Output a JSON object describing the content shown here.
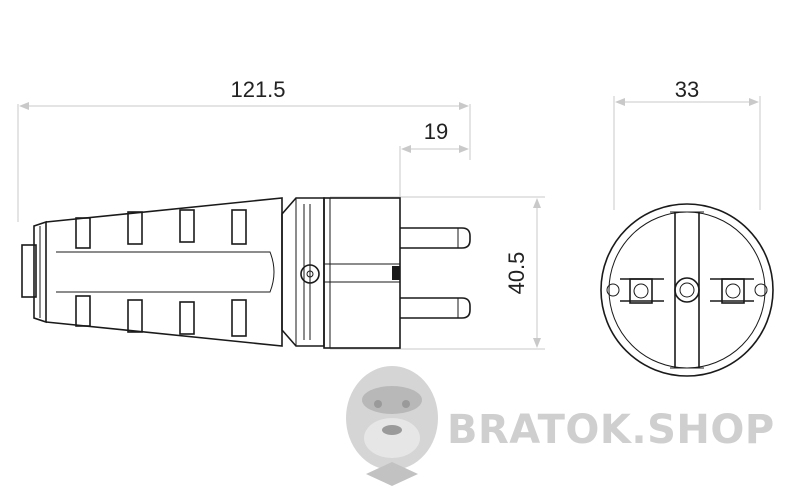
{
  "dimensions": {
    "overall_length": "121.5",
    "pin_length": "19",
    "body_height": "40.5",
    "face_diameter": "33"
  },
  "watermark": {
    "text": "BRATOK.SHOP",
    "icon": "gorilla-icon"
  },
  "colors": {
    "line": "#1a1a1a",
    "dimension_line": "#c9c9c9",
    "watermark": "#cfcfcf"
  }
}
